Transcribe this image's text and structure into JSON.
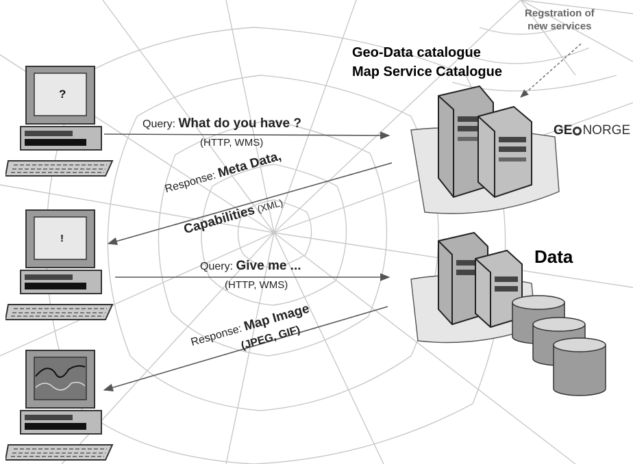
{
  "catalogue": {
    "line1": "Geo-Data catalogue",
    "line2": "Map Service Catalogue"
  },
  "registration_note": {
    "line1": "Regstration of",
    "line2": "new services"
  },
  "logo": {
    "prefix": "GE",
    "suffix": "NORGE"
  },
  "data_title": "Data",
  "arrows": {
    "query1": {
      "prefix": "Query:",
      "text": "What do you have ?",
      "protocol": "(HTTP, WMS)"
    },
    "response1": {
      "prefix": "Response:",
      "text": "Meta Data,",
      "line2": "Capabilities",
      "format": "(XML)"
    },
    "query2": {
      "prefix": "Query:",
      "text": "Give me ...",
      "protocol": "(HTTP, WMS)"
    },
    "response2": {
      "prefix": "Response:",
      "text": "Map Image",
      "format": "(JPEG, GIF)"
    }
  },
  "clients": [
    {
      "screen": "?"
    },
    {
      "screen": "!"
    },
    {
      "screen": "map"
    }
  ],
  "colors": {
    "background": "#ffffff",
    "web": "#c9c9c9",
    "arrow": "#555555",
    "label_dark": "#111111",
    "label_gray": "#666666"
  }
}
